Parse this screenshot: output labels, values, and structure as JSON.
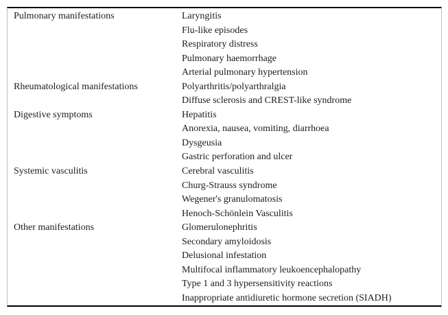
{
  "table": {
    "groups": [
      {
        "category": "Pulmonary manifestations",
        "items": [
          "Laryngitis",
          "Flu-like episodes",
          "Respiratory distress",
          "Pulmonary haemorrhage",
          "Arterial pulmonary hypertension"
        ]
      },
      {
        "category": "Rheumatological manifestations",
        "items": [
          "Polyarthritis/polyarthralgia",
          "Diffuse sclerosis and CREST-like syndrome"
        ]
      },
      {
        "category": "Digestive symptoms",
        "items": [
          "Hepatitis",
          "Anorexia, nausea, vomiting, diarrhoea",
          "Dysgeusia",
          "Gastric perforation and ulcer"
        ]
      },
      {
        "category": "Systemic vasculitis",
        "items": [
          "Cerebral vasculitis",
          "Churg-Strauss syndrome",
          "Wegener's granulomatosis",
          "Henoch-Schönlein Vasculitis"
        ]
      },
      {
        "category": "Other manifestations",
        "items": [
          "Glomerulonephritis",
          "Secondary amyloidosis",
          "Delusional infestation",
          "Multifocal inflammatory leukoencephalopathy",
          "Type 1 and 3 hypersensitivity reactions",
          "Inappropriate antidiuretic hormone secretion (SIADH)"
        ]
      }
    ],
    "colors": {
      "top_bottom_rule": "#000000",
      "side_border": "#bdbdbd",
      "text": "#1c1c1c",
      "background": "#ffffff"
    }
  }
}
